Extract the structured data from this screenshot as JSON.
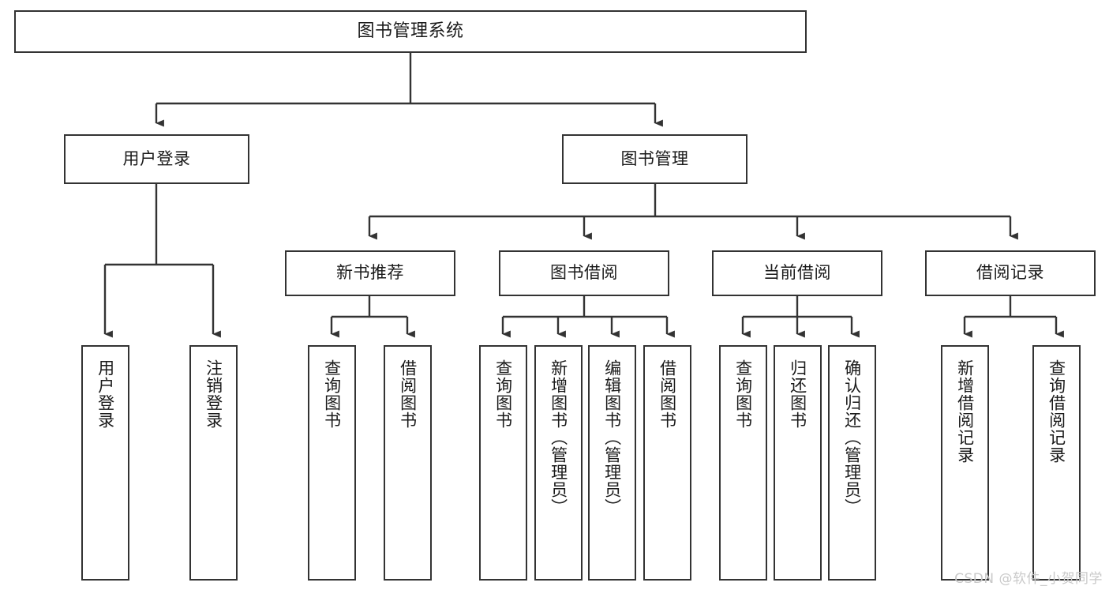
{
  "diagram": {
    "title": "图书管理系统",
    "type": "tree-hierarchy-diagram",
    "watermark": "CSDN @软件_小贺同学",
    "colors": {
      "stroke": "#333333",
      "fill": "#ffffff",
      "text": "#1a1a1a",
      "watermark": "#c9c9c9"
    },
    "nodes": {
      "root": {
        "label": "图书管理系统",
        "level": 1,
        "orientation": "horizontal"
      },
      "l2": [
        {
          "label": "用户登录",
          "level": 2,
          "orientation": "horizontal"
        },
        {
          "label": "图书管理",
          "level": 2,
          "orientation": "horizontal"
        }
      ],
      "l3": [
        {
          "label": "新书推荐",
          "level": 3,
          "orientation": "horizontal"
        },
        {
          "label": "图书借阅",
          "level": 3,
          "orientation": "horizontal"
        },
        {
          "label": "当前借阅",
          "level": 3,
          "orientation": "horizontal"
        },
        {
          "label": "借阅记录",
          "level": 3,
          "orientation": "horizontal"
        }
      ],
      "leaves": {
        "user_login": [
          {
            "label": "用户登录",
            "orientation": "vertical"
          },
          {
            "label": "注销登录",
            "orientation": "vertical"
          }
        ],
        "new_book_recommend": [
          {
            "label": "查询图书",
            "orientation": "vertical"
          },
          {
            "label": "借阅图书",
            "orientation": "vertical"
          }
        ],
        "book_borrow": [
          {
            "label": "查询图书",
            "orientation": "vertical"
          },
          {
            "label": "新增图书（管理员）",
            "orientation": "vertical"
          },
          {
            "label": "编辑图书（管理员）",
            "orientation": "vertical"
          },
          {
            "label": "借阅图书",
            "orientation": "vertical"
          }
        ],
        "current_borrow": [
          {
            "label": "查询图书",
            "orientation": "vertical"
          },
          {
            "label": "归还图书",
            "orientation": "vertical"
          },
          {
            "label": "确认归还（管理员）",
            "orientation": "vertical"
          }
        ],
        "borrow_record": [
          {
            "label": "新增借阅记录",
            "orientation": "vertical"
          },
          {
            "label": "查询借阅记录",
            "orientation": "vertical"
          }
        ]
      }
    }
  }
}
